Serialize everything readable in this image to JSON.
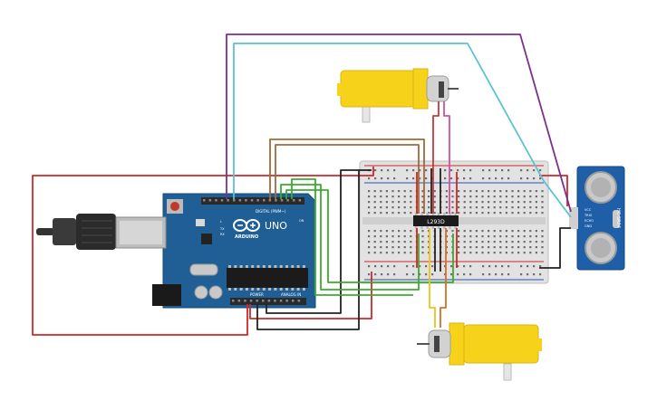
{
  "arduino": {
    "logo": "UNO",
    "brand": "ARDUINO",
    "digital_label": "DIGITAL (PWM~)",
    "power_label": "POWER",
    "analog_label": "ANALOG IN",
    "tx_label": "TX",
    "rx_label": "RX",
    "l_label": "L",
    "on_label": "ON"
  },
  "driver_chip": {
    "label": "L293D"
  },
  "sensor": {
    "model": "HC-SR04",
    "pins": [
      "VCC",
      "TRIG",
      "ECHO",
      "GND"
    ]
  },
  "icons": {
    "usb_plug": "usb-cable-icon",
    "reset": "reset-button-icon",
    "motor": "dc-gear-motor-icon"
  },
  "colors": {
    "board": "#1f5f96",
    "breadboard": "#dcdcdc",
    "motor_yellow": "#f7d21b",
    "sensor_blue": "#1e5fa8",
    "wire_red": "#d02828",
    "wire_black": "#222222",
    "wire_green": "#3cab2f",
    "wire_brown": "#a06a3b",
    "wire_purple": "#7d2f8c",
    "wire_cyan": "#5ac3d0",
    "wire_yellow": "#e8c61a",
    "wire_pink": "#d4509c"
  }
}
